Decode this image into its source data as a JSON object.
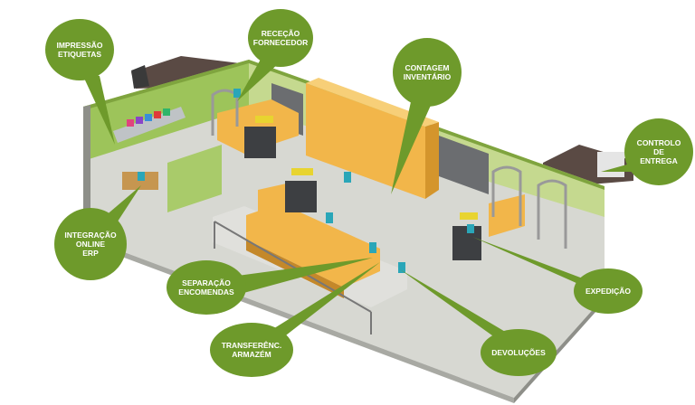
{
  "colors": {
    "bubble": "#6e9a2b",
    "bubble_edge": "#5a8020",
    "wall_green": "#9dc45a",
    "floor": "#d7d8d2",
    "box": "#f2b64a"
  },
  "callouts": [
    {
      "id": "impressao",
      "label": "IMPRESSÃO\nETIQUETAS"
    },
    {
      "id": "rececao",
      "label": "RECEÇÃO\nFORNECEDOR"
    },
    {
      "id": "contagem",
      "label": "CONTAGEM\nINVENTÁRIO"
    },
    {
      "id": "controlo",
      "label": "CONTROLO\nDE\nENTREGA"
    },
    {
      "id": "integracao",
      "label": "INTEGRAÇÃO\nONLINE\nERP"
    },
    {
      "id": "separacao",
      "label": "SEPARAÇÃO\nENCOMENDAS"
    },
    {
      "id": "transferencia",
      "label": "TRANSFERÊNC.\nARMAZÉM"
    },
    {
      "id": "devolucoes",
      "label": "DEVOLUÇÕES"
    },
    {
      "id": "expedicao",
      "label": "EXPEDIÇÃO"
    }
  ]
}
